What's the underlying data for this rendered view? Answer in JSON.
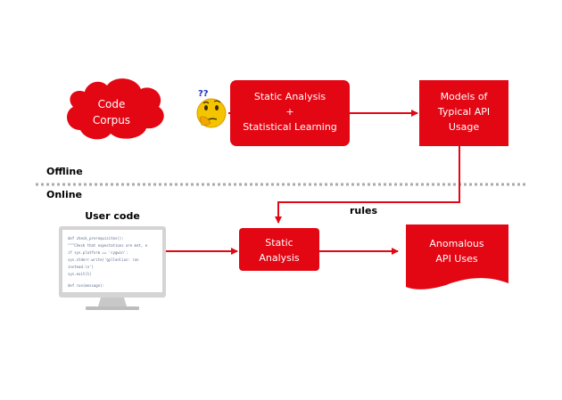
{
  "nodes": {
    "code_corpus": {
      "lines": [
        "Code",
        "Corpus"
      ]
    },
    "thinking_badge": {
      "text": "??"
    },
    "static_analysis_learning": {
      "lines": [
        "Static Analysis",
        "+",
        "Statistical Learning"
      ]
    },
    "models": {
      "lines": [
        "Models of",
        "Typical API",
        "Usage"
      ]
    },
    "static_analysis": {
      "lines": [
        "Static",
        "Analysis"
      ]
    },
    "anomalous": {
      "lines": [
        "Anomalous",
        "API Uses"
      ]
    }
  },
  "sections": {
    "offline_label": "Offline",
    "online_label": "Online"
  },
  "edge_labels": {
    "rules": "rules"
  },
  "user_code": {
    "label": "User code",
    "lines": [
      "def check_prerequisites():",
      "  \"\"\"Check that expectations are met, e",
      "  if sys.platform == 'cygwin':",
      "      sys.stderr.write('gyllenlius: run",
      "                       instead.\\n')",
      "      sys.exit(1)",
      "",
      "def run(message):"
    ]
  },
  "colors": {
    "accent": "#e30613",
    "text_on_accent": "#ffffff",
    "divider": "#aaaaaa",
    "monitor_frame": "#d4d4d4"
  }
}
